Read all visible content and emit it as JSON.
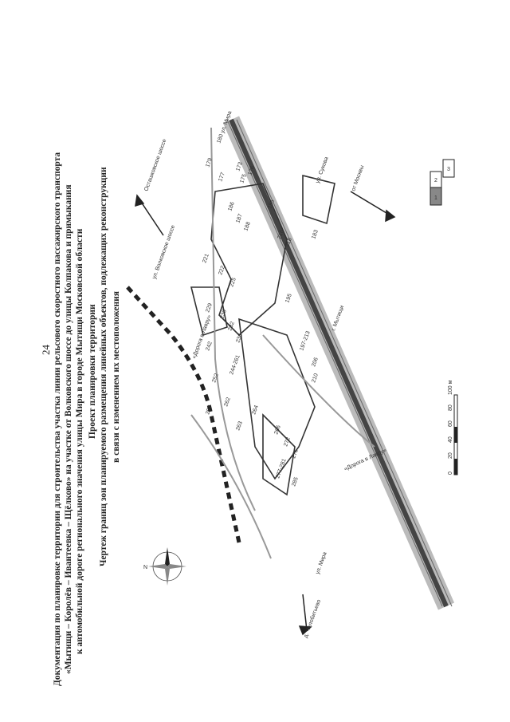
{
  "page_number": "24",
  "title_lines": [
    "Документация по планировке территории для строительства участка линии рельсового скоростного пассажирского транспорта",
    "«Мытищи – Королёв – Ивантеевка – Щёлково» на участке от Волковского шоссе до улицы Колпакова и примыкания",
    "к автомобильной дороге регионального значения улицы Мира в городе Мытищи Московской области",
    "Проект планировки территории",
    "Чертеж границ зон планируемого размещения линейных объектов, подлежащих реконструкции",
    "в связи с изменением их местоположения"
  ],
  "map": {
    "road_labels": [
      "«Дорога в Лавру»",
      "«Дорога в Лавру»",
      "ул. Волковское шоссе",
      "Осташковское шоссе",
      "ул. Мира",
      "г. Мытищи",
      "д. Челобитьево",
      "от Москвы",
      "ул. Сукова"
    ],
    "parcel_labels": [
      "179",
      "180 ул. Мира",
      "177",
      "173",
      "175",
      "176",
      "185",
      "186",
      "187",
      "188",
      "221",
      "216",
      "218",
      "222",
      "225",
      "229",
      "230",
      "232",
      "236",
      "242",
      "244-261",
      "252",
      "257",
      "262",
      "263",
      "264",
      "266",
      "272",
      "276",
      "277-281",
      "285",
      "195",
      "197-213",
      "206",
      "210",
      "183"
    ],
    "legend": [
      "1",
      "2",
      "3"
    ],
    "scale": {
      "ticks": [
        "0",
        "20",
        "40",
        "60",
        "80",
        "100 м"
      ]
    },
    "compass": "N"
  }
}
